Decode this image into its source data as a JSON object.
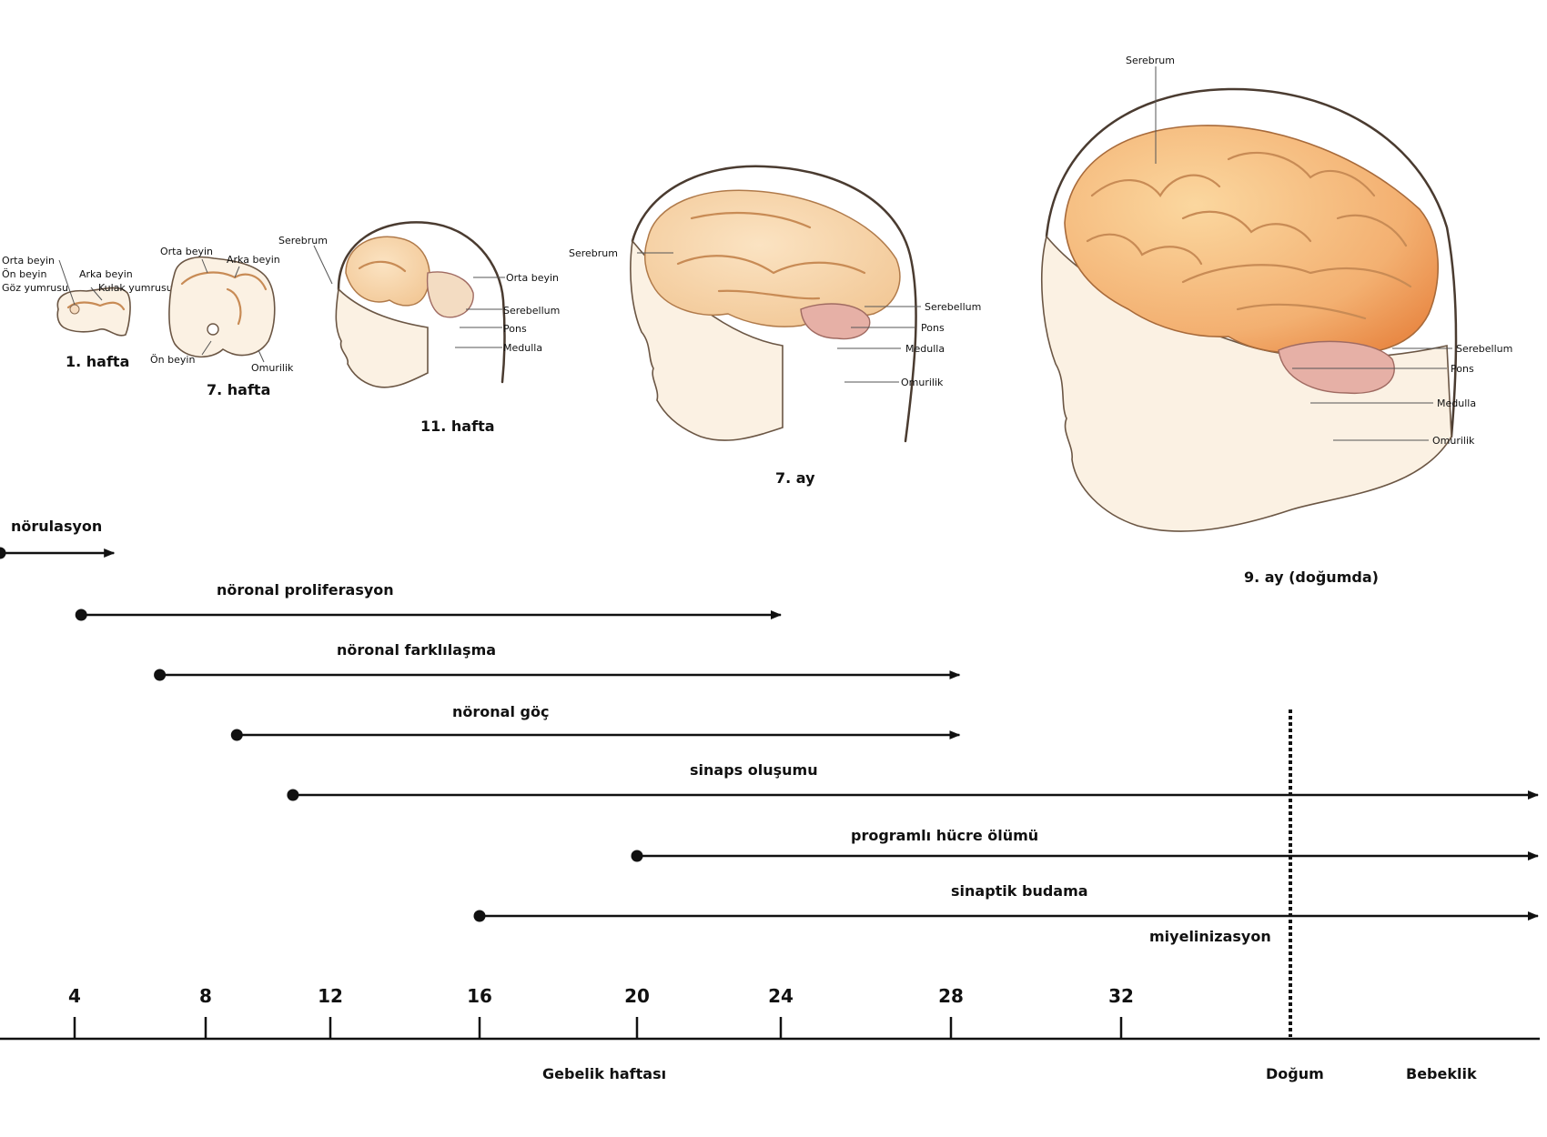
{
  "stages": {
    "week1": {
      "caption": "1. hafta",
      "labels": [
        "Orta beyin",
        "Ön beyin",
        "Göz yumrusu",
        "Arka beyin",
        "Kulak yumrusu"
      ]
    },
    "week7": {
      "caption": "7. hafta",
      "labels": [
        "Orta beyin",
        "Arka beyin",
        "Ön beyin",
        "Omurilik"
      ]
    },
    "week11": {
      "caption": "11. hafta",
      "labels": [
        "Serebrum",
        "Orta beyin",
        "Serebellum",
        "Pons",
        "Medulla"
      ]
    },
    "month7": {
      "caption": "7. ay",
      "labels": [
        "Serebrum",
        "Serebellum",
        "Pons",
        "Medulla",
        "Omurilik"
      ]
    },
    "month9": {
      "caption": "9. ay (doğumda)",
      "labels": [
        "Serebrum",
        "Serebellum",
        "Pons",
        "Medulla",
        "Omurilik"
      ]
    }
  },
  "processes": [
    {
      "label": "nörulasyon",
      "start_week": 0.0,
      "end_week": 5.2,
      "open_ended": false
    },
    {
      "label": "nöronal proliferasyon",
      "start_week": 4.2,
      "end_week": 24.0,
      "open_ended": false
    },
    {
      "label": "nöronal farklılaşma",
      "start_week": 6.6,
      "end_week": 28.2,
      "open_ended": false
    },
    {
      "label": "nöronal göç",
      "start_week": 9.0,
      "end_week": 28.2,
      "open_ended": false
    },
    {
      "label": "sinaps oluşumu",
      "start_week": 10.8,
      "end_week": null,
      "open_ended": true
    },
    {
      "label": "programlı hücre ölümü",
      "start_week": 20.0,
      "end_week": null,
      "open_ended": true
    },
    {
      "label": "sinaptik budama",
      "start_week": 16.0,
      "end_week": null,
      "open_ended": true
    },
    {
      "label": "miyelinizasyon",
      "start_week": null,
      "end_week": null,
      "open_ended": true
    }
  ],
  "axis": {
    "ticks": [
      "4",
      "8",
      "12",
      "16",
      "20",
      "24",
      "28",
      "32"
    ],
    "title": "Gebelik haftası",
    "birth_label": "Doğum",
    "infancy_label": "Bebeklik"
  }
}
